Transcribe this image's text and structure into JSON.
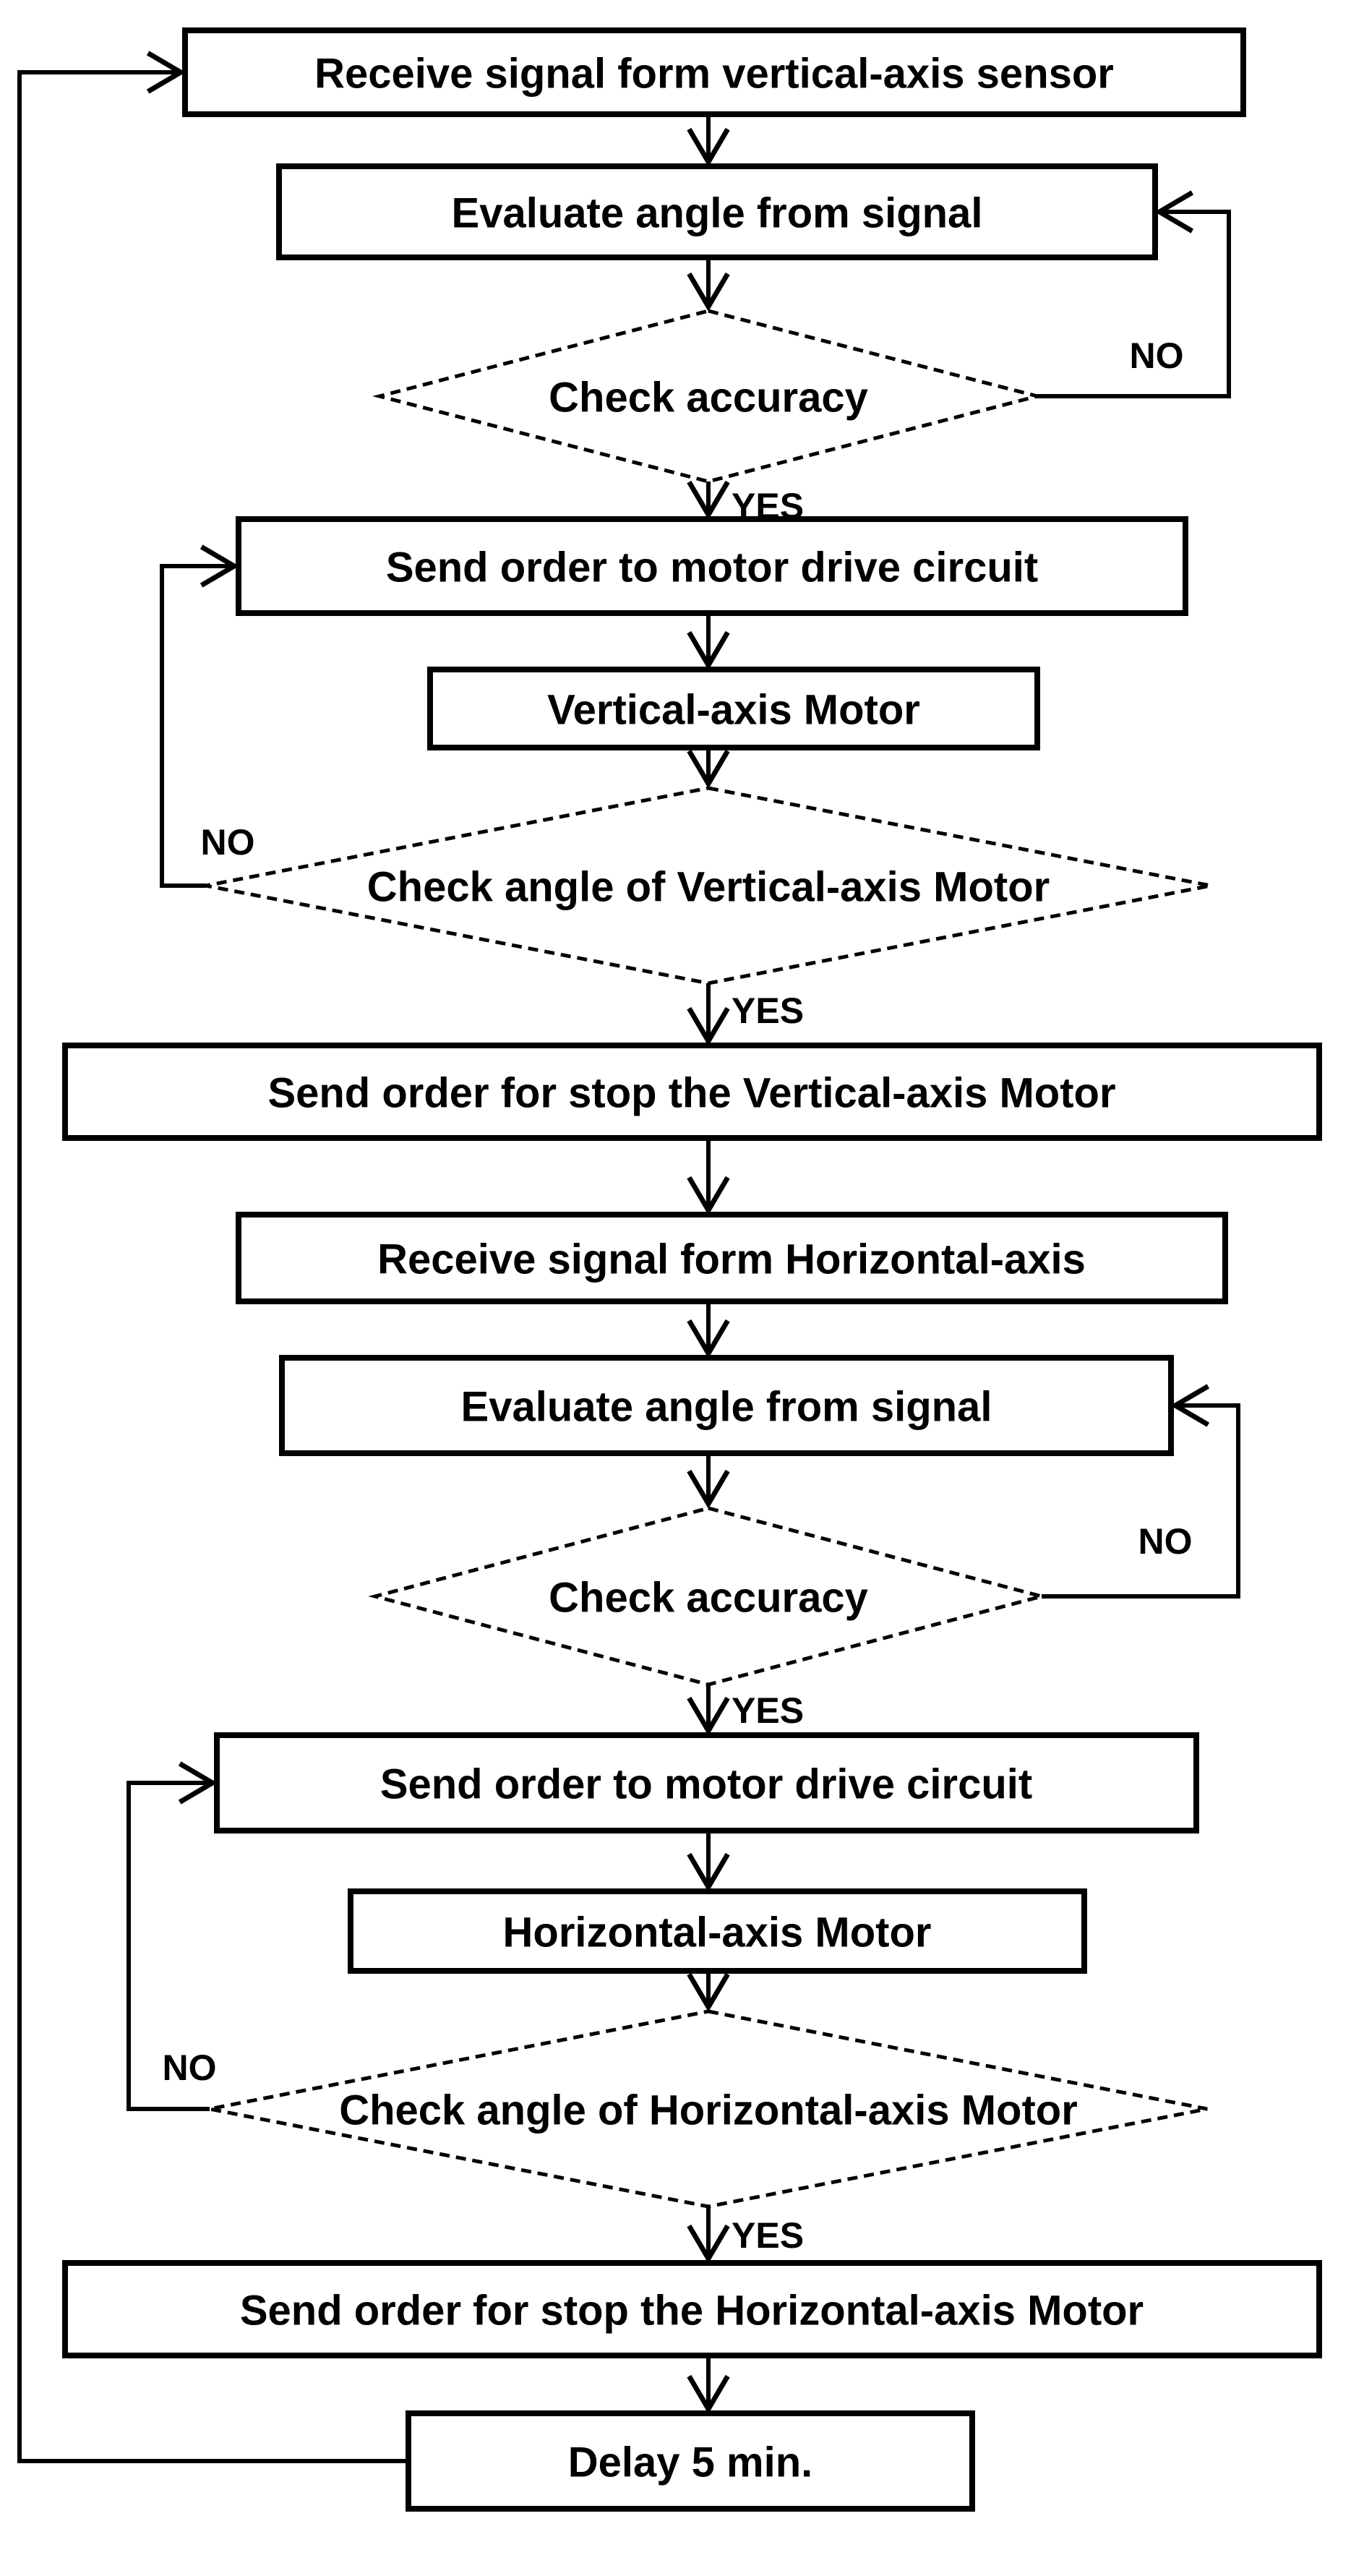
{
  "diagram": {
    "type": "flowchart",
    "colors": {
      "ink": "#000000",
      "background": "#ffffff"
    },
    "nodes": {
      "receive_vertical": {
        "type": "process",
        "label": "Receive signal form vertical-axis sensor"
      },
      "evaluate_vertical": {
        "type": "process",
        "label": "Evaluate angle from signal"
      },
      "check_accuracy_vertical": {
        "type": "decision",
        "label": "Check accuracy"
      },
      "send_order_vertical": {
        "type": "process",
        "label": "Send order to motor drive circuit"
      },
      "vertical_motor": {
        "type": "process",
        "label": "Vertical-axis Motor"
      },
      "check_angle_vertical": {
        "type": "decision",
        "label": "Check angle of Vertical-axis Motor"
      },
      "send_stop_vertical": {
        "type": "process",
        "label": "Send order for stop the Vertical-axis Motor"
      },
      "receive_horizontal": {
        "type": "process",
        "label": "Receive signal form Horizontal-axis"
      },
      "evaluate_horizontal": {
        "type": "process",
        "label": "Evaluate angle from signal"
      },
      "check_accuracy_horizontal": {
        "type": "decision",
        "label": "Check accuracy"
      },
      "send_order_horizontal": {
        "type": "process",
        "label": "Send order to motor drive circuit"
      },
      "horizontal_motor": {
        "type": "process",
        "label": "Horizontal-axis Motor"
      },
      "check_angle_horizontal": {
        "type": "decision",
        "label": "Check angle of Horizontal-axis Motor"
      },
      "send_stop_horizontal": {
        "type": "process",
        "label": "Send order for stop the Horizontal-axis Motor"
      },
      "delay": {
        "type": "process",
        "label": "Delay 5 min."
      }
    },
    "edges": [
      {
        "from": "receive_vertical",
        "to": "evaluate_vertical",
        "label": ""
      },
      {
        "from": "evaluate_vertical",
        "to": "check_accuracy_vertical",
        "label": ""
      },
      {
        "from": "check_accuracy_vertical",
        "to": "send_order_vertical",
        "label": "YES"
      },
      {
        "from": "check_accuracy_vertical",
        "to": "evaluate_vertical",
        "label": "NO"
      },
      {
        "from": "send_order_vertical",
        "to": "vertical_motor",
        "label": ""
      },
      {
        "from": "vertical_motor",
        "to": "check_angle_vertical",
        "label": ""
      },
      {
        "from": "check_angle_vertical",
        "to": "send_order_vertical",
        "label": "NO"
      },
      {
        "from": "check_angle_vertical",
        "to": "send_stop_vertical",
        "label": "YES"
      },
      {
        "from": "send_stop_vertical",
        "to": "receive_horizontal",
        "label": ""
      },
      {
        "from": "receive_horizontal",
        "to": "evaluate_horizontal",
        "label": ""
      },
      {
        "from": "evaluate_horizontal",
        "to": "check_accuracy_horizontal",
        "label": ""
      },
      {
        "from": "check_accuracy_horizontal",
        "to": "evaluate_horizontal",
        "label": "NO"
      },
      {
        "from": "check_accuracy_horizontal",
        "to": "send_order_horizontal",
        "label": "YES"
      },
      {
        "from": "send_order_horizontal",
        "to": "horizontal_motor",
        "label": ""
      },
      {
        "from": "horizontal_motor",
        "to": "check_angle_horizontal",
        "label": ""
      },
      {
        "from": "check_angle_horizontal",
        "to": "send_order_horizontal",
        "label": "NO"
      },
      {
        "from": "check_angle_horizontal",
        "to": "send_stop_horizontal",
        "label": "YES"
      },
      {
        "from": "send_stop_horizontal",
        "to": "delay",
        "label": ""
      },
      {
        "from": "delay",
        "to": "receive_vertical",
        "label": ""
      }
    ]
  }
}
